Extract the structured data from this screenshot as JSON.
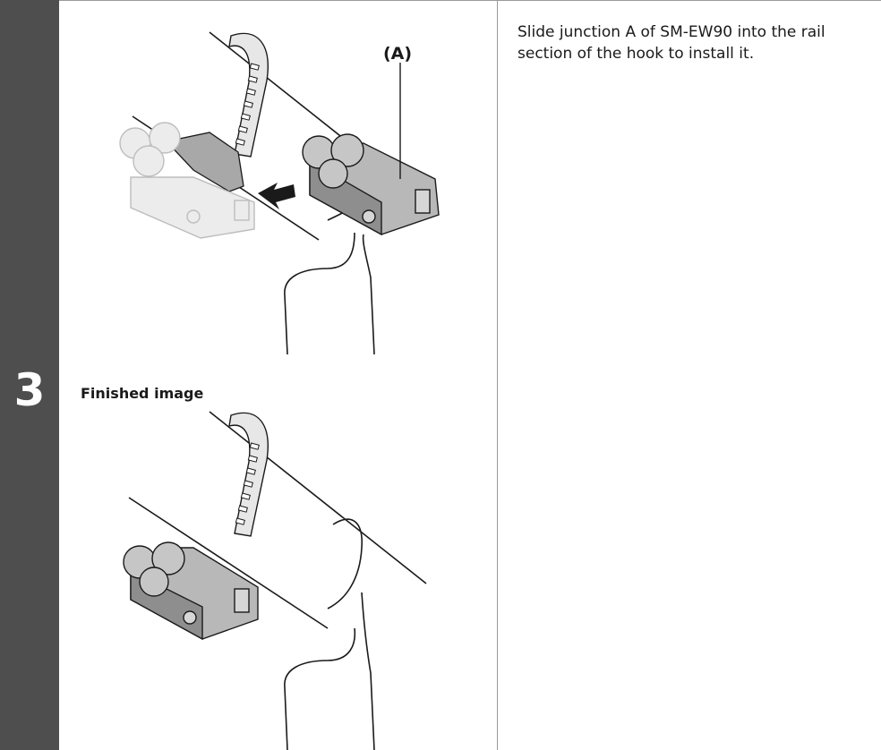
{
  "step": {
    "number": "3"
  },
  "instruction": {
    "text": "Slide junction A of SM-EW90 into the rail section of the hook to install it."
  },
  "figure1": {
    "callout_label": "(A)"
  },
  "figure2": {
    "label": "Finished image"
  },
  "colors": {
    "step_bar": "#4e4e4e",
    "line": "#1a1a1a",
    "device_fill": "#b8b8b8",
    "ghost": "#c8c8c8"
  }
}
